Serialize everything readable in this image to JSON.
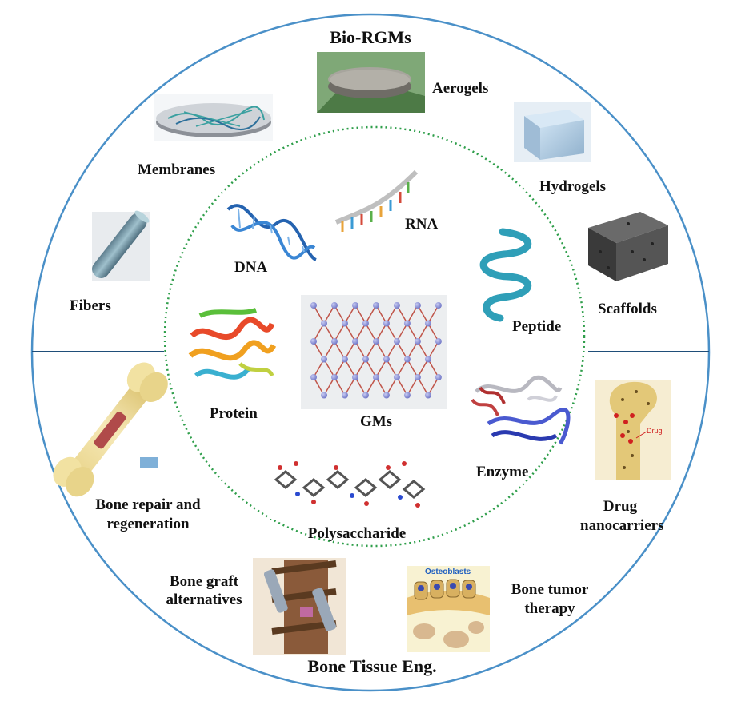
{
  "title_top": "Bio-RGMs",
  "title_bottom": "Bone Tissue Eng.",
  "center_label": "GMs",
  "inner_items": {
    "dna": "DNA",
    "rna": "RNA",
    "peptide": "Peptide",
    "protein": "Protein",
    "enzyme": "Enzyme",
    "polysaccharide": "Polysaccharide"
  },
  "outer_top_items": {
    "aerogels": "Aerogels",
    "hydrogels": "Hydrogels",
    "membranes": "Membranes",
    "fibers": "Fibers",
    "scaffolds": "Scaffolds"
  },
  "outer_bottom_items": {
    "bone_repair": "Bone repair and regeneration",
    "bone_graft": "Bone graft alternatives",
    "bone_tumor": "Bone tumor therapy",
    "drug_nano": "Drug nanocarriers",
    "osteoblasts": "Osteoblasts",
    "drug": "Drug"
  },
  "colors": {
    "outer_ring": "#4a90c8",
    "divider": "#1f4e79",
    "inner_ring": "#2e9e4a",
    "graphene_node": "#8a90d8",
    "graphene_bond": "#c0554a"
  }
}
